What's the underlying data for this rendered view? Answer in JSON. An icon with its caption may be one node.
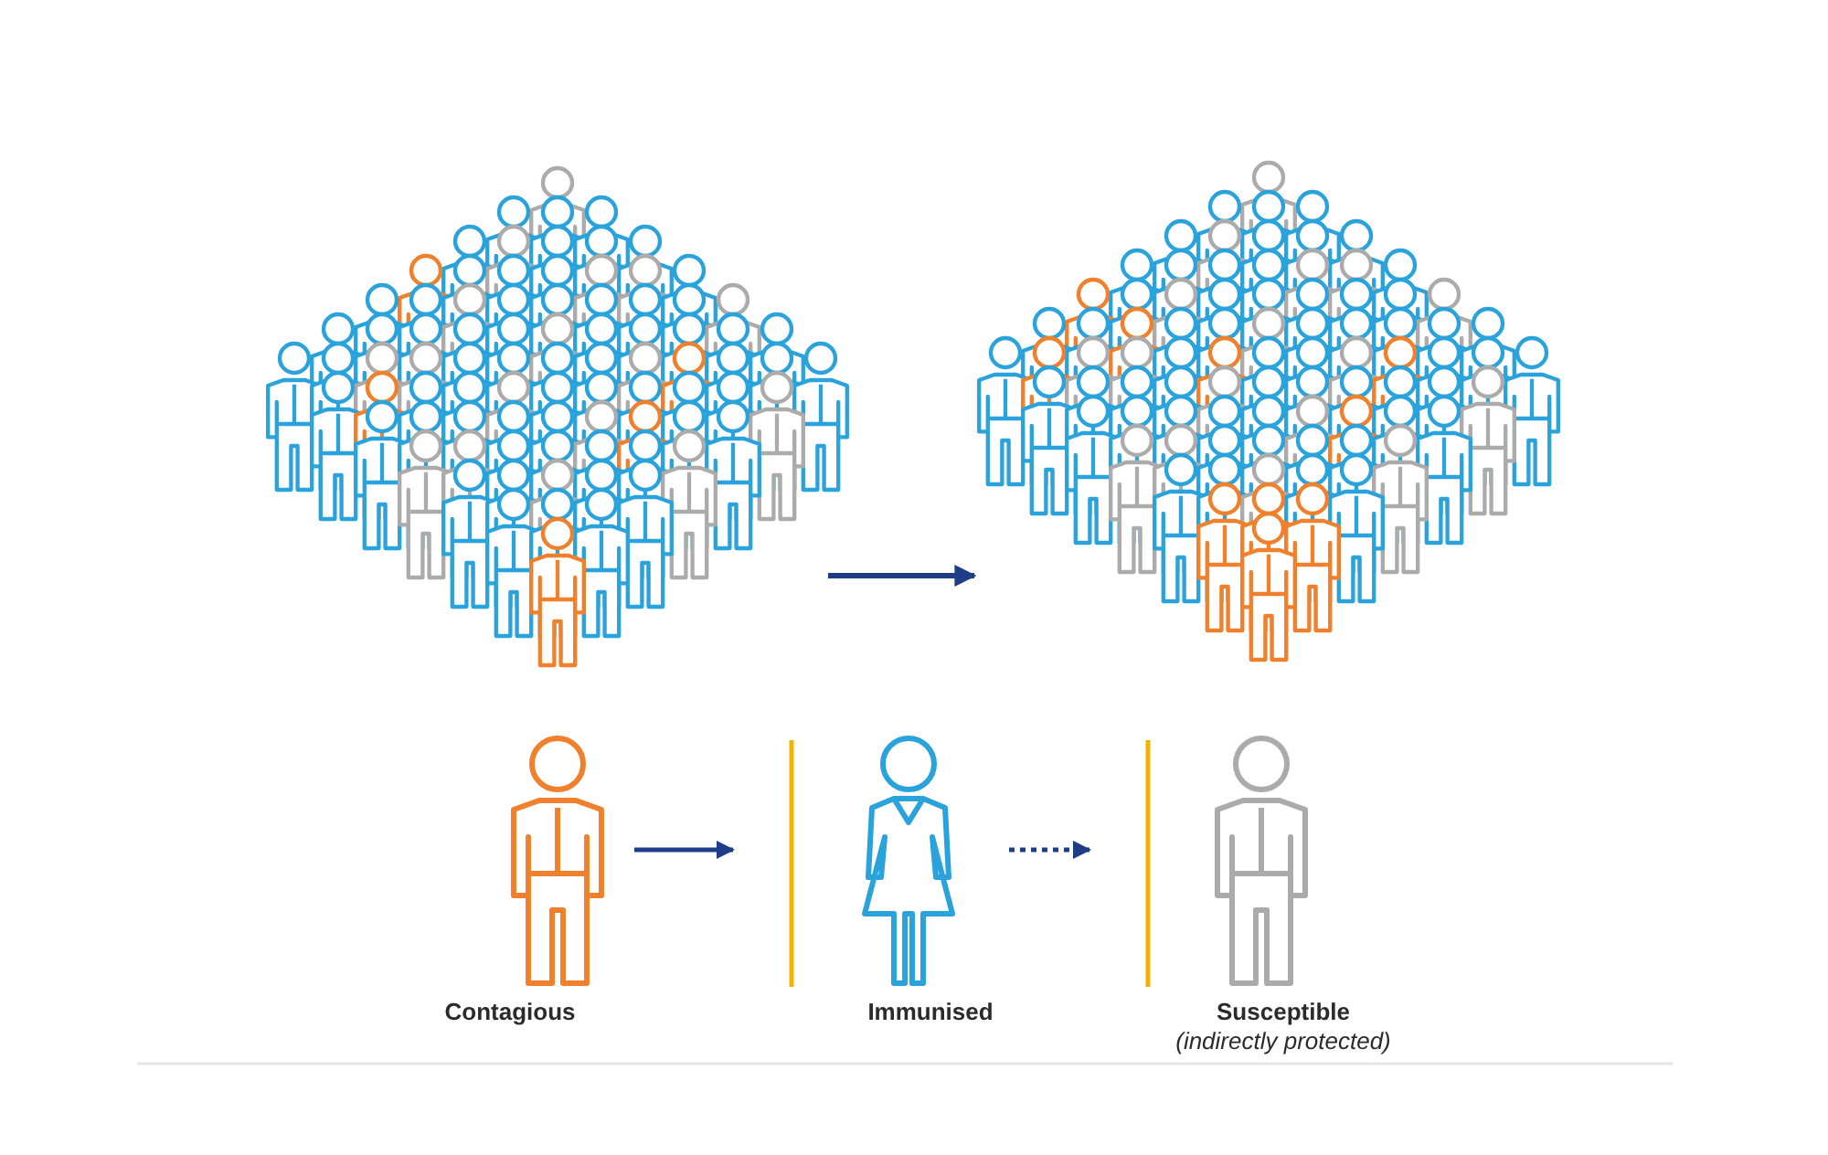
{
  "diagram": {
    "nodes": [
      {
        "text": [],
        "shape": "picture"
      },
      {
        "text": [],
        "shape": "picture"
      },
      {
        "text": [
          "Contagious"
        ]
      },
      {
        "text": [
          "Immunised"
        ]
      },
      {
        "text": [
          "Susceptible",
          "(indirectly protected)"
        ]
      }
    ],
    "edges": [
      {
        "from": 0,
        "to": 1,
        "arrow": "to"
      },
      {
        "from": 2,
        "to": 3,
        "arrow": "to"
      },
      {
        "from": 3,
        "to": 4,
        "arrow": "to",
        "style": "dashed"
      }
    ]
  }
}
